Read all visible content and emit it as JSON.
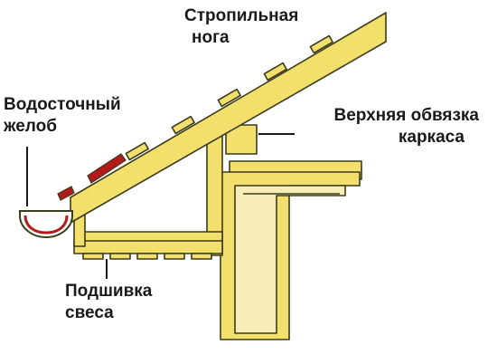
{
  "labels": {
    "rafter": [
      "Стропильная",
      "нога"
    ],
    "gutter": [
      "Водосточный",
      "желоб"
    ],
    "top_plate": [
      "Верхняя обвязка",
      "каркаса"
    ],
    "soffit": [
      "Подшивка",
      "свеса"
    ]
  },
  "colors": {
    "wood": "#f2df6c",
    "wood_light": "#f8edb6",
    "outline": "#3b3b1d",
    "roofing": "#b51a1a",
    "gutter_fill": "#ffffff",
    "text": "#1a1a1a"
  }
}
